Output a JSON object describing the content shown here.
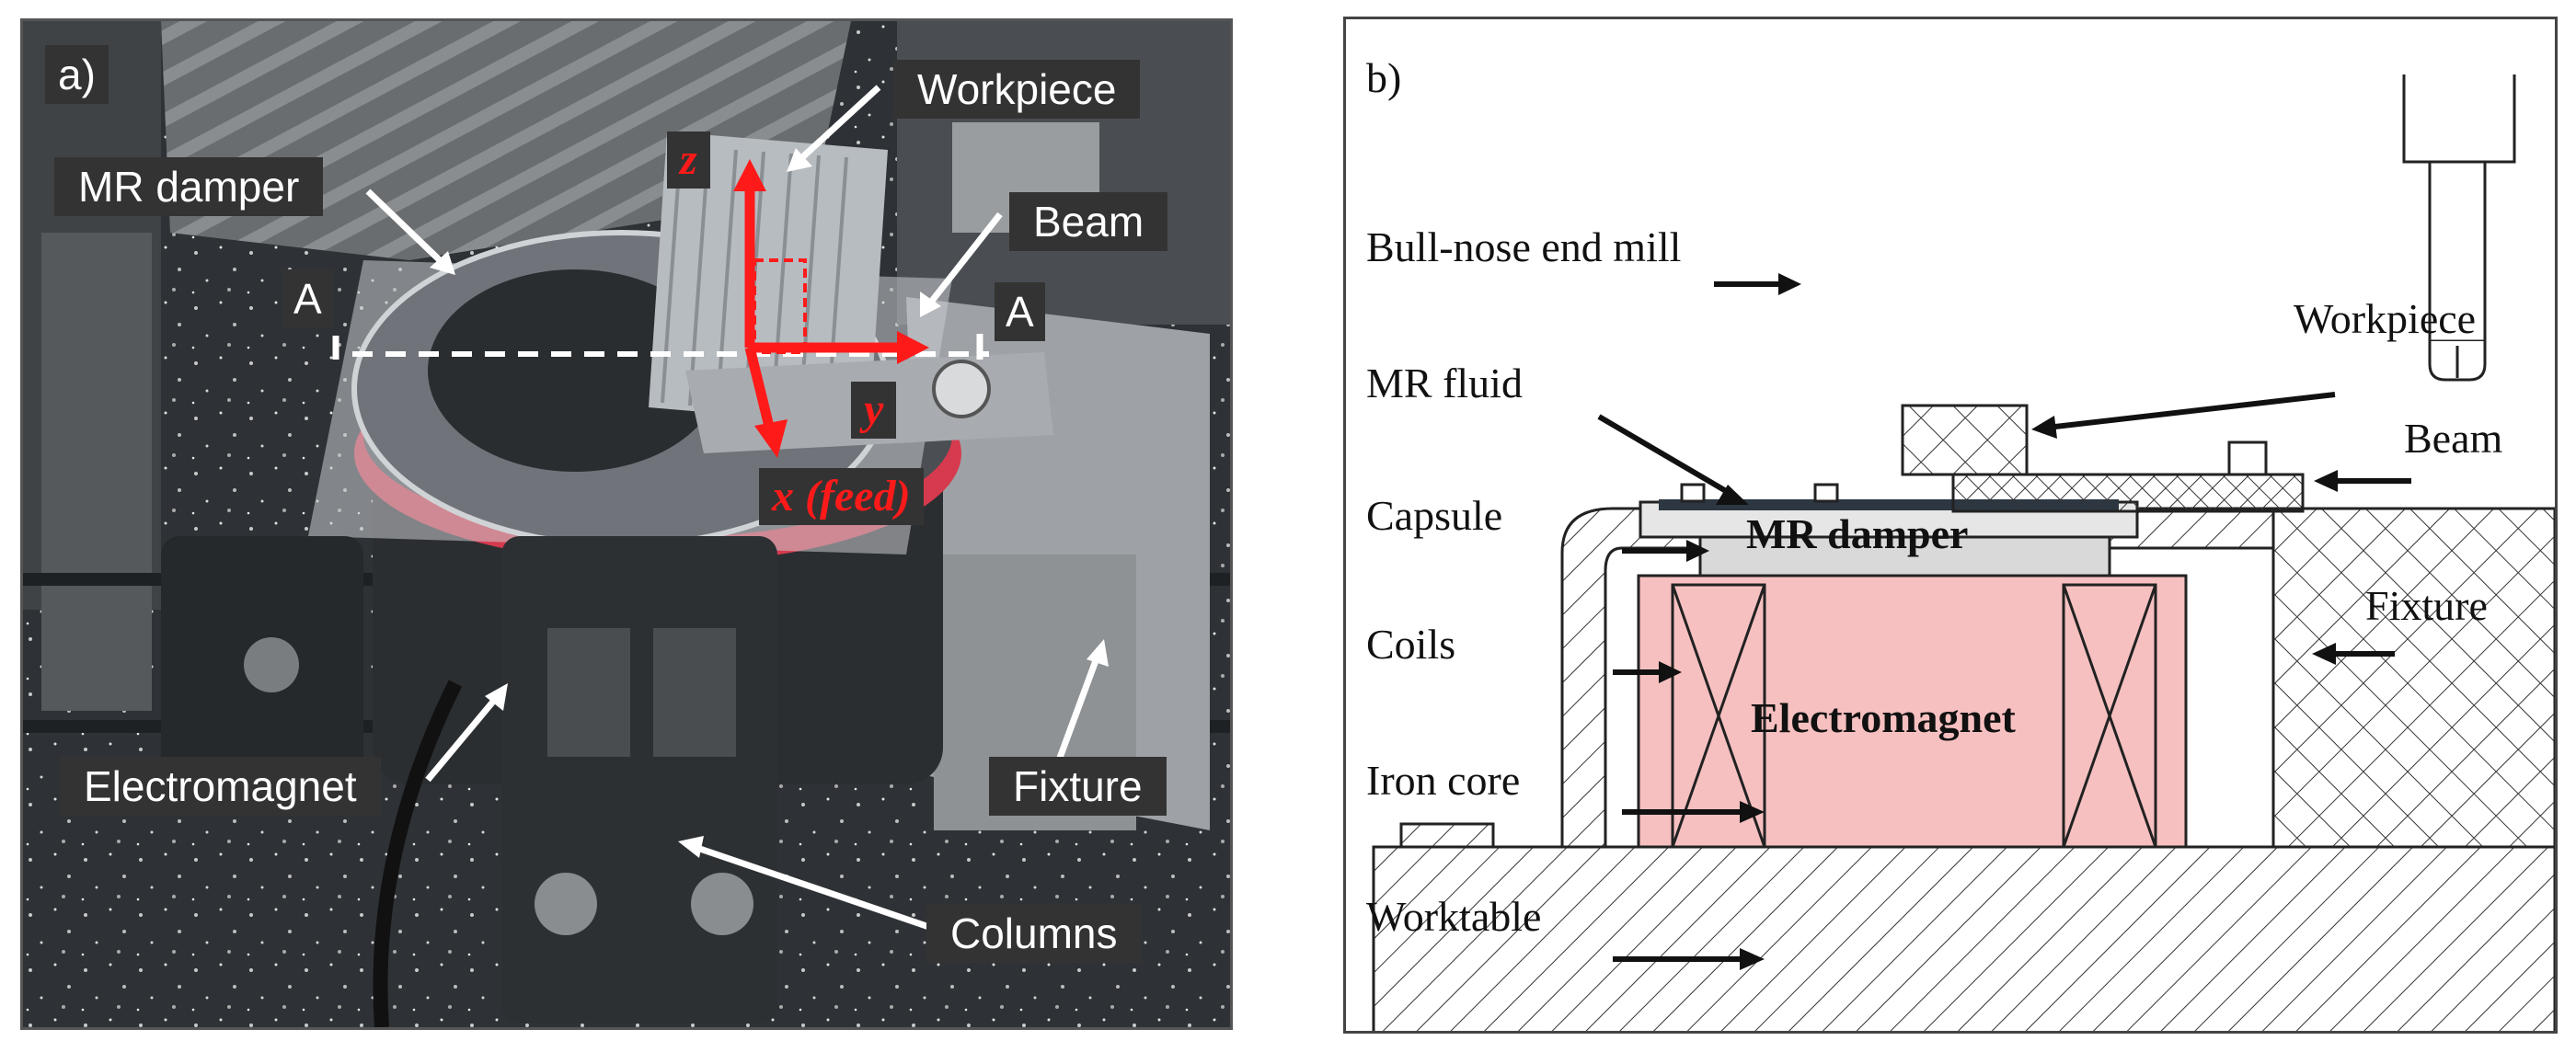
{
  "panel_a": {
    "tag": "a)",
    "labels": {
      "workpiece": "Workpiece",
      "mr_damper": "MR damper",
      "beam": "Beam",
      "section_left": "A",
      "section_right": "A",
      "electromagnet": "Electromagnet",
      "fixture": "Fixture",
      "columns": "Columns"
    },
    "axes": {
      "z": "z",
      "y": "y",
      "x": "x (feed)"
    }
  },
  "panel_b": {
    "tag": "b)",
    "labels": {
      "end_mill": "Bull-nose end mill",
      "workpiece": "Workpiece",
      "mr_fluid": "MR fluid",
      "beam": "Beam",
      "capsule": "Capsule",
      "mr_damper": "MR damper",
      "fixture": "Fixture",
      "coils": "Coils",
      "electromagnet": "Electromagnet",
      "iron_core": "Iron core",
      "worktable": "Worktable"
    },
    "colors": {
      "electromagnet_fill": "#f7c0c0",
      "damper_fill": "#d9d9d9"
    }
  }
}
